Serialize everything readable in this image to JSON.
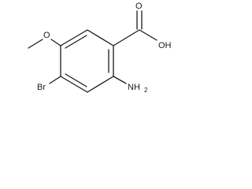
{
  "molecule": {
    "atoms": {
      "carboxyl_oxygen_double": "O",
      "carboxyl_hydroxyl": "OH",
      "methoxy_oxygen": "O",
      "bromine": "Br",
      "amino_group": "NH",
      "amino_subscript": "2"
    },
    "colors": {
      "bond": "#1a1a1a",
      "label": "#1a1a1a",
      "background": "#ffffff"
    }
  }
}
